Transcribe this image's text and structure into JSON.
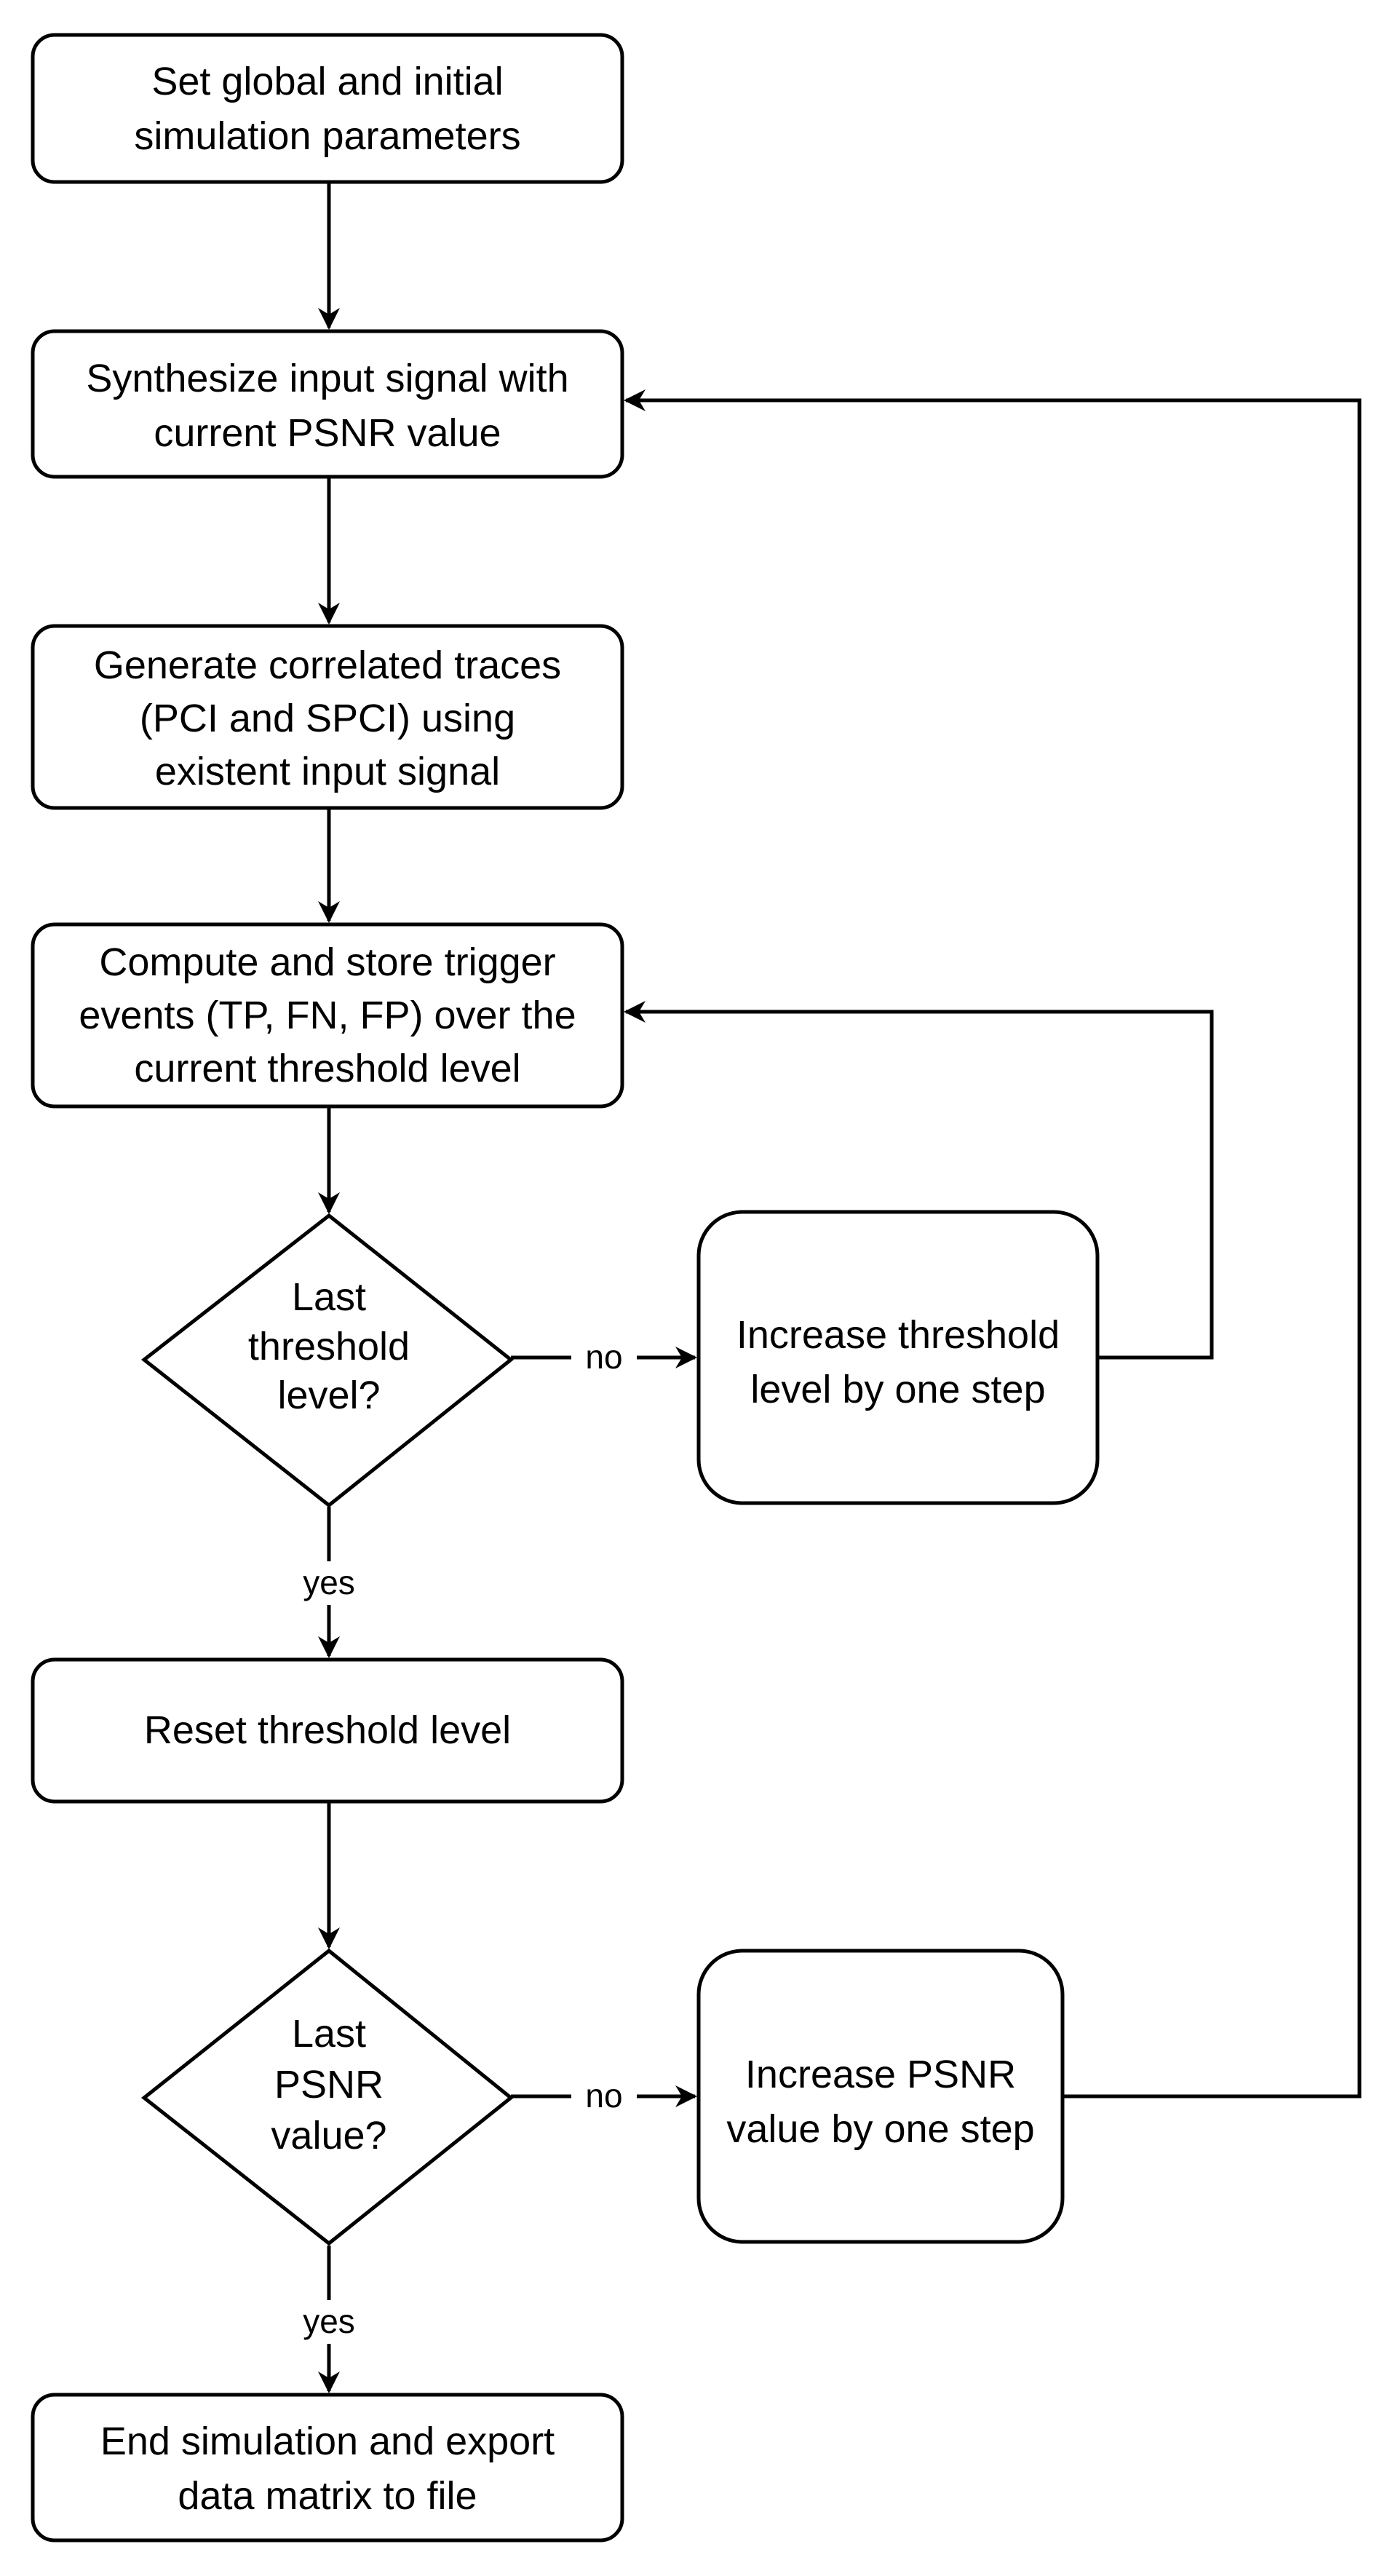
{
  "nodes": {
    "set_params": {
      "line1": "Set global and initial",
      "line2": "simulation parameters"
    },
    "synthesize": {
      "line1": "Synthesize input signal with",
      "line2": "current PSNR value"
    },
    "generate": {
      "line1": "Generate correlated traces",
      "line2": "(PCI and SPCI) using",
      "line3": "existent input signal"
    },
    "compute": {
      "line1": "Compute and store trigger",
      "line2": "events (TP, FN, FP) over the",
      "line3": "current threshold level"
    },
    "last_threshold": {
      "line1": "Last",
      "line2": "threshold",
      "line3": "level?"
    },
    "increase_threshold": {
      "line1": "Increase threshold",
      "line2": "level by one step"
    },
    "reset_threshold": {
      "line1": "Reset threshold level"
    },
    "last_psnr": {
      "line1": "Last",
      "line2": "PSNR",
      "line3": "value?"
    },
    "increase_psnr": {
      "line1": "Increase PSNR",
      "line2": "value by one step"
    },
    "end_sim": {
      "line1": "End simulation and export",
      "line2": "data matrix to file"
    }
  },
  "edge_labels": {
    "threshold_no": "no",
    "threshold_yes": "yes",
    "psnr_no": "no",
    "psnr_yes": "yes"
  }
}
